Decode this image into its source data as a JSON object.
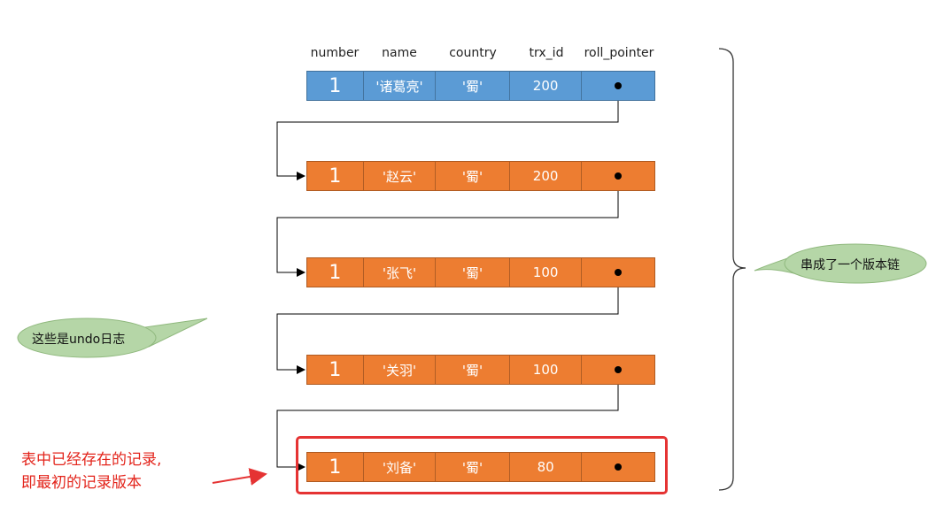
{
  "headers": [
    "number",
    "name",
    "country",
    "trx_id",
    "roll_pointer"
  ],
  "rows": [
    {
      "number": "1",
      "name": "'诸葛亮'",
      "country": "'蜀'",
      "trx_id": "200",
      "color": "#5b9bd5"
    },
    {
      "number": "1",
      "name": "'赵云'",
      "country": "'蜀'",
      "trx_id": "200",
      "color": "#ed7d31"
    },
    {
      "number": "1",
      "name": "'张飞'",
      "country": "'蜀'",
      "trx_id": "100",
      "color": "#ed7d31"
    },
    {
      "number": "1",
      "name": "'关羽'",
      "country": "'蜀'",
      "trx_id": "100",
      "color": "#ed7d31"
    },
    {
      "number": "1",
      "name": "'刘备'",
      "country": "'蜀'",
      "trx_id": "80",
      "color": "#ed7d31"
    }
  ],
  "labels": {
    "version_chain": "串成了一个版本链",
    "undo_log": "这些是undo日志",
    "note_line1": "表中已经存在的记录,",
    "note_line2": "即最初的记录版本"
  },
  "colors": {
    "bubble": "#b5d6a7",
    "highlight": "#e53333",
    "note": "#e3241b"
  }
}
